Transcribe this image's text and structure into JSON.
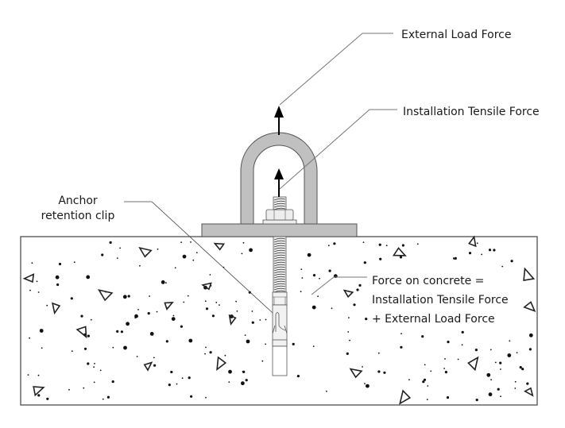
{
  "diagram": {
    "title": "Anchor bolt force diagram",
    "labels": {
      "external_load_force": "External Load Force",
      "installation_tensile_force": "Installation Tensile Force",
      "anchor_retention_clip_line1": "Anchor",
      "anchor_retention_clip_line2": "retention clip",
      "force_on_concrete_line1": "Force on concrete =",
      "force_on_concrete_line2": "Installation Tensile Force",
      "force_on_concrete_line3": "+ External Load Force"
    },
    "colors": {
      "steel_fill": "#c0c0c0",
      "steel_light": "#ededed",
      "outline": "#555555",
      "leader_line": "#777777",
      "aggregate": "#111111",
      "concrete_fill": "#ffffff"
    },
    "components": [
      "concrete-slab",
      "base-plate",
      "u-bolt",
      "nut",
      "washer",
      "threaded-rod",
      "expansion-sleeve",
      "retention-clip",
      "force-arrow-external",
      "force-arrow-installation"
    ]
  }
}
